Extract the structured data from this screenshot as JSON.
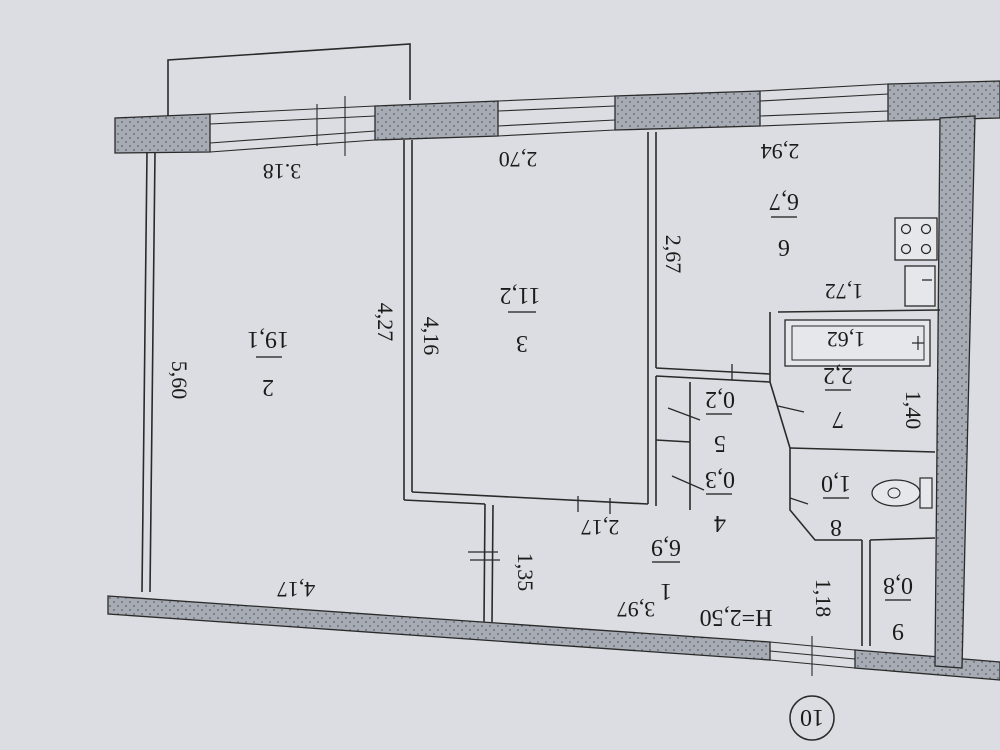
{
  "plan": {
    "page_number": "10",
    "height_label": "H=2,50",
    "rooms": [
      {
        "number": "1",
        "area": "6,9"
      },
      {
        "number": "2",
        "area": "19,1"
      },
      {
        "number": "3",
        "area": "11,2"
      },
      {
        "number": "4",
        "area": "0,3"
      },
      {
        "number": "5",
        "area": "0,2"
      },
      {
        "number": "6",
        "area": "6,7"
      },
      {
        "number": "7",
        "area": "2,2"
      },
      {
        "number": "8",
        "area": "1,0"
      },
      {
        "number": "9",
        "area": "0,8"
      }
    ],
    "dimensions": {
      "room2_top": "3.18",
      "room2_bottom": "4,17",
      "room2_left": "5,60",
      "room2_right": "4,27",
      "room3_top": "2,70",
      "room3_left": "4,16",
      "room6_top": "2,94",
      "room6_side": "2,67",
      "room6_bottom": "1,72",
      "bath_length": "1,62",
      "room7_width": "1,40",
      "hall_top": "2,17",
      "hall_bottom": "3,97",
      "hall_left": "1,35",
      "hall_right": "1,18"
    },
    "colors": {
      "paper": "#dcdde2",
      "wall_fill": "#a7acb4",
      "line": "#2a2a2a"
    },
    "fixtures": [
      "stove-icon",
      "sink-icon",
      "bathtub-icon",
      "toilet-icon"
    ]
  }
}
